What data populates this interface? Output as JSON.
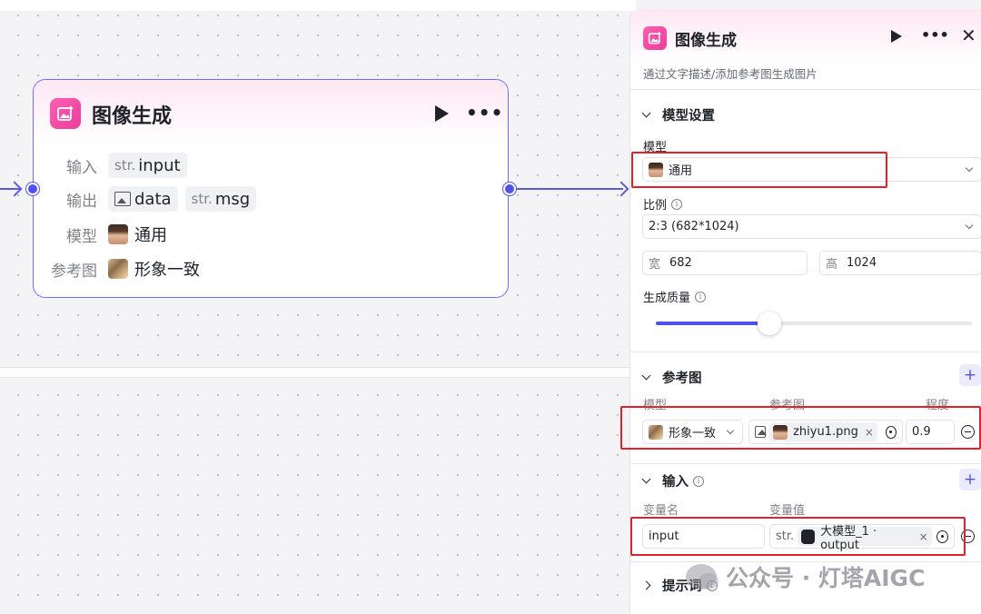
{
  "node": {
    "title": "图像生成",
    "rows": {
      "input_label": "输入",
      "input_type": "str.",
      "input_value": "input",
      "output_label": "输出",
      "output_data": "data",
      "output_type": "str.",
      "output_msg": "msg",
      "model_label": "模型",
      "model_value": "通用",
      "ref_label": "参考图",
      "ref_value": "形象一致"
    }
  },
  "panel": {
    "title": "图像生成",
    "description": "通过文字描述/添加参考图生成图片",
    "model_section": {
      "title": "模型设置",
      "model_label": "模型",
      "model_value": "通用",
      "ratio_label": "比例",
      "ratio_value": "2:3 (682*1024)",
      "width_key": "宽",
      "width_value": "682",
      "height_key": "高",
      "height_value": "1024",
      "quality_label": "生成质量",
      "quality_level": 0.36
    },
    "ref_section": {
      "title": "参考图",
      "col_model": "模型",
      "col_ref": "参考图",
      "col_degree": "程度",
      "model_value": "形象一致",
      "file_name": "zhiyu1.png",
      "degree_value": "0.9"
    },
    "input_section": {
      "title": "输入",
      "col_name": "变量名",
      "col_value": "变量值",
      "var_name": "input",
      "var_type": "str.",
      "var_value": "大模型_1 · output"
    },
    "prompt_section": {
      "title": "提示词"
    }
  },
  "watermark": {
    "text": "公众号 · 灯塔AIGC"
  },
  "colors": {
    "accent": "#4d53e8",
    "brand_pink": "#e83e9c",
    "highlight_red": "#e0212b"
  }
}
